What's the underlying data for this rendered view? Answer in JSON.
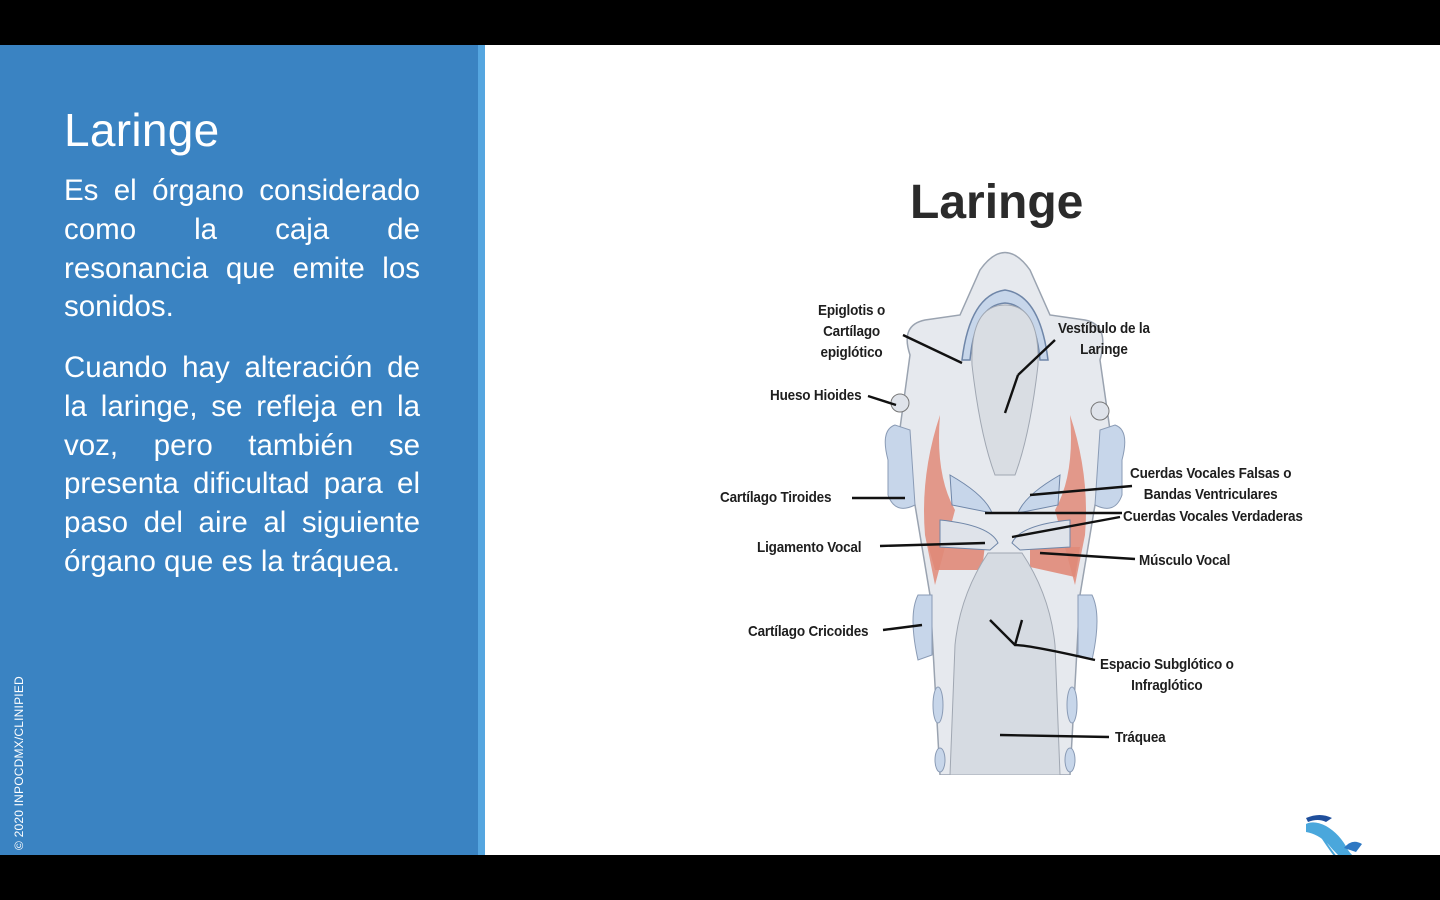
{
  "sidebar": {
    "title": "Laringe",
    "paragraphs": [
      "Es el órgano considerado como la caja de resonancia que emite los sonidos.",
      "Cuando hay alteración de la laringe, se refleja en la voz, pero también se presenta dificultad para el paso del aire al siguiente órgano que es la tráquea."
    ],
    "copyright": "© 2020 INPOCDMX/CLINIPIED"
  },
  "figure": {
    "title": "Laringe",
    "labels": {
      "epiglotis_1": "Epiglotis o",
      "epiglotis_2": "Cartílago",
      "epiglotis_3": "epiglótico",
      "vestibulo_1": "Vestíbulo de la",
      "vestibulo_2": "Laringe",
      "hueso": "Hueso Hioides",
      "cuerdas_falsas_1": "Cuerdas Vocales Falsas o",
      "cuerdas_falsas_2": "Bandas Ventriculares",
      "cuerdas_verdaderas": "Cuerdas Vocales Verdaderas",
      "tiroides": "Cartílago Tiroides",
      "ligamento": "Ligamento Vocal",
      "musculo": "Músculo Vocal",
      "cricoides": "Cartílago Cricoides",
      "subglotico_1": "Espacio Subglótico o",
      "subglotico_2": "Infraglótico",
      "traquea": "Tráquea"
    }
  },
  "colors": {
    "sidebar": "#3a83c2",
    "sidebar_edge": "#55a6e0",
    "muscle": "#e08a78",
    "tissue": "#e6e9ee",
    "cartilage": "#c7d6ea"
  },
  "icons": {
    "logo": "hummingbird-logo-icon"
  }
}
